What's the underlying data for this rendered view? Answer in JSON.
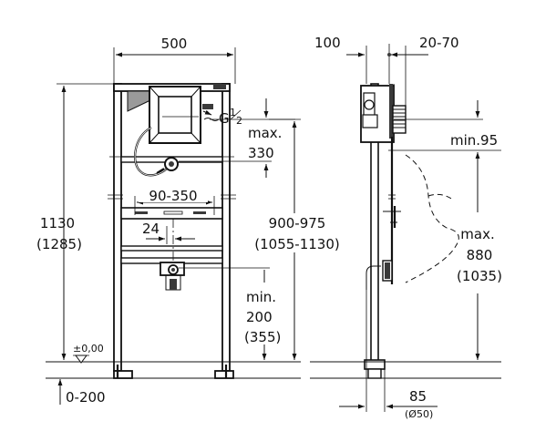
{
  "front_view": {
    "width_label": "500",
    "height_label": "1130",
    "height_alt_label": "(1285)",
    "thread_label": "G",
    "thread_num": "1",
    "thread_den": "2",
    "max_label": "max.",
    "max_value": "330",
    "bracket_label": "90-350",
    "outlet_offset_label": "24",
    "install_height_label": "900-975",
    "install_height_alt_label": "(1055-1130)",
    "min_label": "min.",
    "min_value": "200",
    "min_alt_value": "(355)",
    "zero_label": "±0,00",
    "floor_label": "0-200"
  },
  "side_view": {
    "depth_label": "100",
    "adjust_label": "20-70",
    "min_label": "min.95",
    "max_label": "max.",
    "max_value": "880",
    "max_alt_value": "(1035)",
    "pipe_label": "85",
    "pipe_diameter_label": "(Ø50)"
  }
}
